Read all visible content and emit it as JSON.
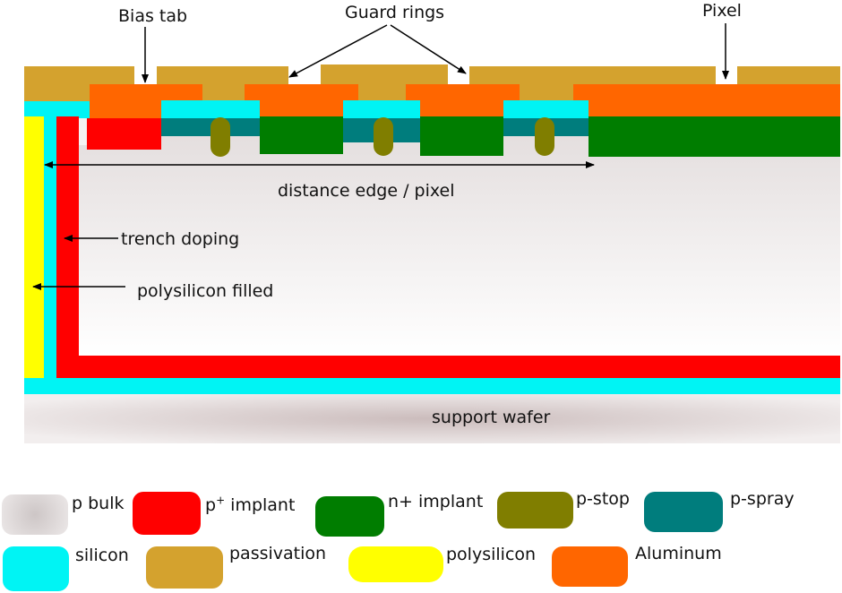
{
  "labels": {
    "bias_tab": "Bias tab",
    "guard_rings": "Guard rings",
    "pixel": "Pixel",
    "distance": "distance edge / pixel",
    "trench_doping": "trench doping",
    "polysilicon_filled": "polysilicon filled",
    "support_wafer": "support wafer"
  },
  "legend": {
    "p_bulk": "p bulk",
    "p_implant_prefix": "p",
    "p_implant_sup": "+",
    "p_implant_suffix": " implant",
    "n_implant": "n+ implant",
    "p_stop": "p-stop",
    "p_spray": "p-spray",
    "silicon": "silicon",
    "passivation": "passivation",
    "polysilicon": "polysilicon",
    "aluminum": "Aluminum"
  },
  "colors": {
    "p_bulk": "#e6e0e0",
    "p_implant": "#ff0000",
    "n_implant": "#007d00",
    "p_stop": "#807e00",
    "p_spray": "#007d7d",
    "silicon": "#00f4f4",
    "passivation": "#d4a22e",
    "polysilicon": "#ffff00",
    "aluminum": "#ff6600"
  }
}
